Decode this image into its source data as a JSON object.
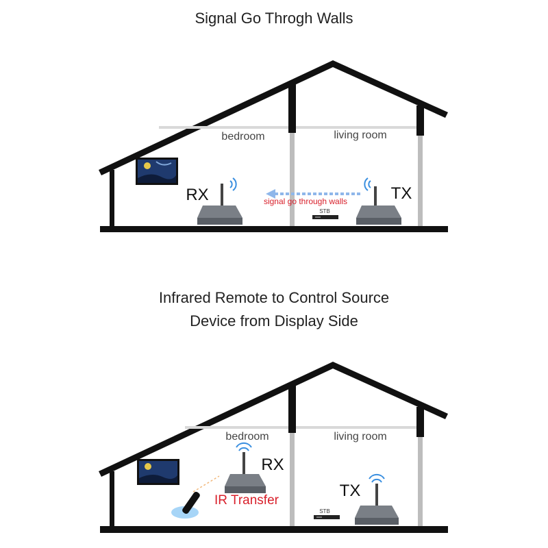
{
  "diagram1": {
    "title": "Signal Go Throgh Walls",
    "room_left": "bedroom",
    "room_right": "living room",
    "rx_label": "RX",
    "tx_label": "TX",
    "arrow_label": "signal go through walls",
    "stb_label": "STB"
  },
  "diagram2": {
    "title_line1": "Infrared Remote to Control Source",
    "title_line2": "Device from Display Side",
    "room_left": "bedroom",
    "room_right": "living room",
    "rx_label": "RX",
    "tx_label": "TX",
    "ir_label": "IR Transfer",
    "stb_label": "STB"
  },
  "colors": {
    "house": "#111111",
    "ceiling": "#d9d9d9",
    "accent_blue": "#3a8fe0",
    "text_red": "#d81f2a"
  }
}
